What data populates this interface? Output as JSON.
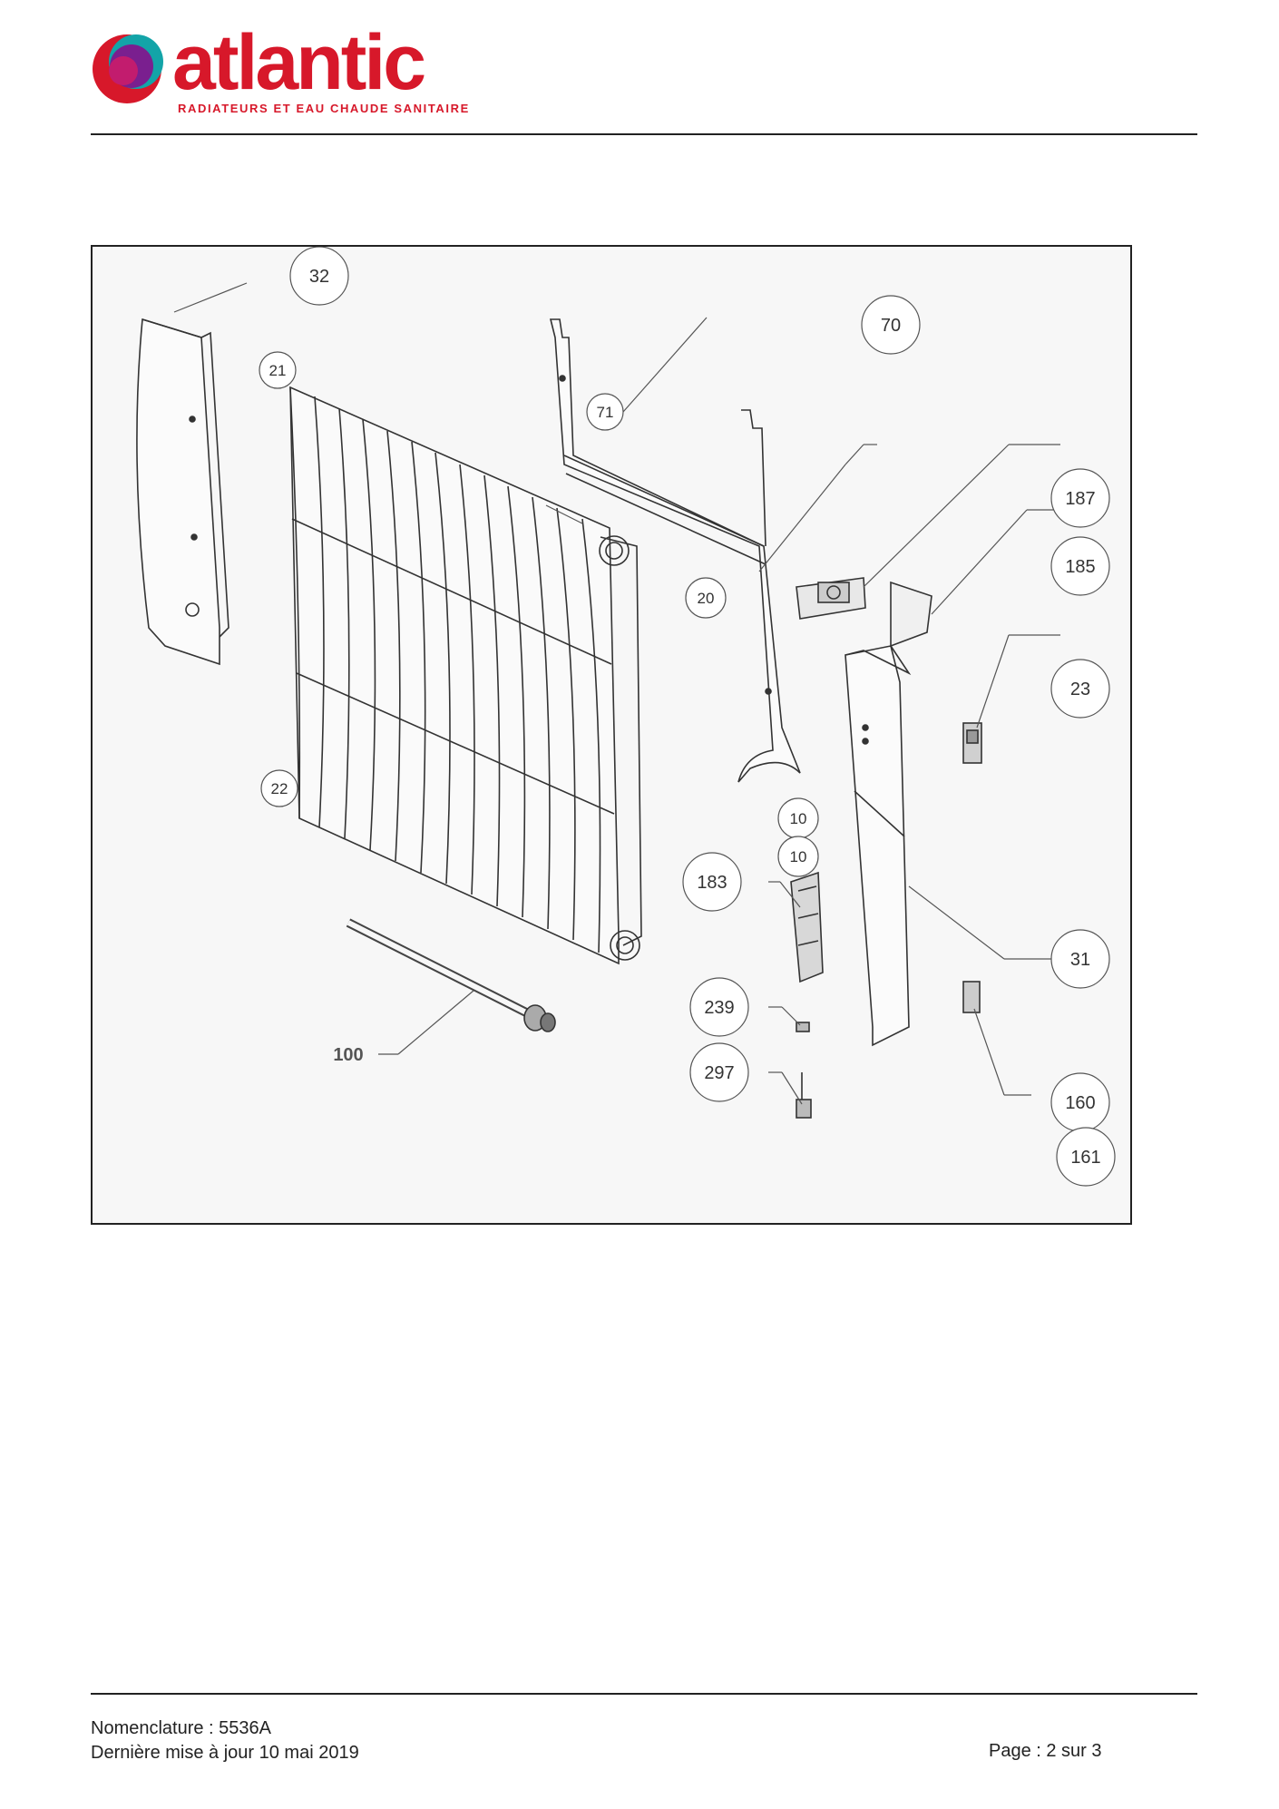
{
  "header": {
    "logo_icon": "atlantic-logo-icon",
    "brand": "atlantic",
    "tagline": "RADIATEURS ET EAU CHAUDE SANITAIRE",
    "colors": {
      "brand_red": "#d7182a",
      "brand_purple": "#7a1f8f",
      "brand_teal": "#13a4a8"
    }
  },
  "diagram": {
    "labels": {
      "p32": "32",
      "p21": "21",
      "p71": "71",
      "p70": "70",
      "p187": "187",
      "p185": "185",
      "p20": "20",
      "p23": "23",
      "p22": "22",
      "p10a": "10",
      "p10b": "10",
      "p183": "183",
      "p31": "31",
      "p239": "239",
      "p100": "100",
      "p297": "297",
      "p160": "160",
      "p161": "161"
    }
  },
  "footer": {
    "nomenclature": "Nomenclature : 5536A",
    "updated": "Dernière mise à jour 10 mai 2019",
    "page": "Page : 2 sur 3"
  }
}
